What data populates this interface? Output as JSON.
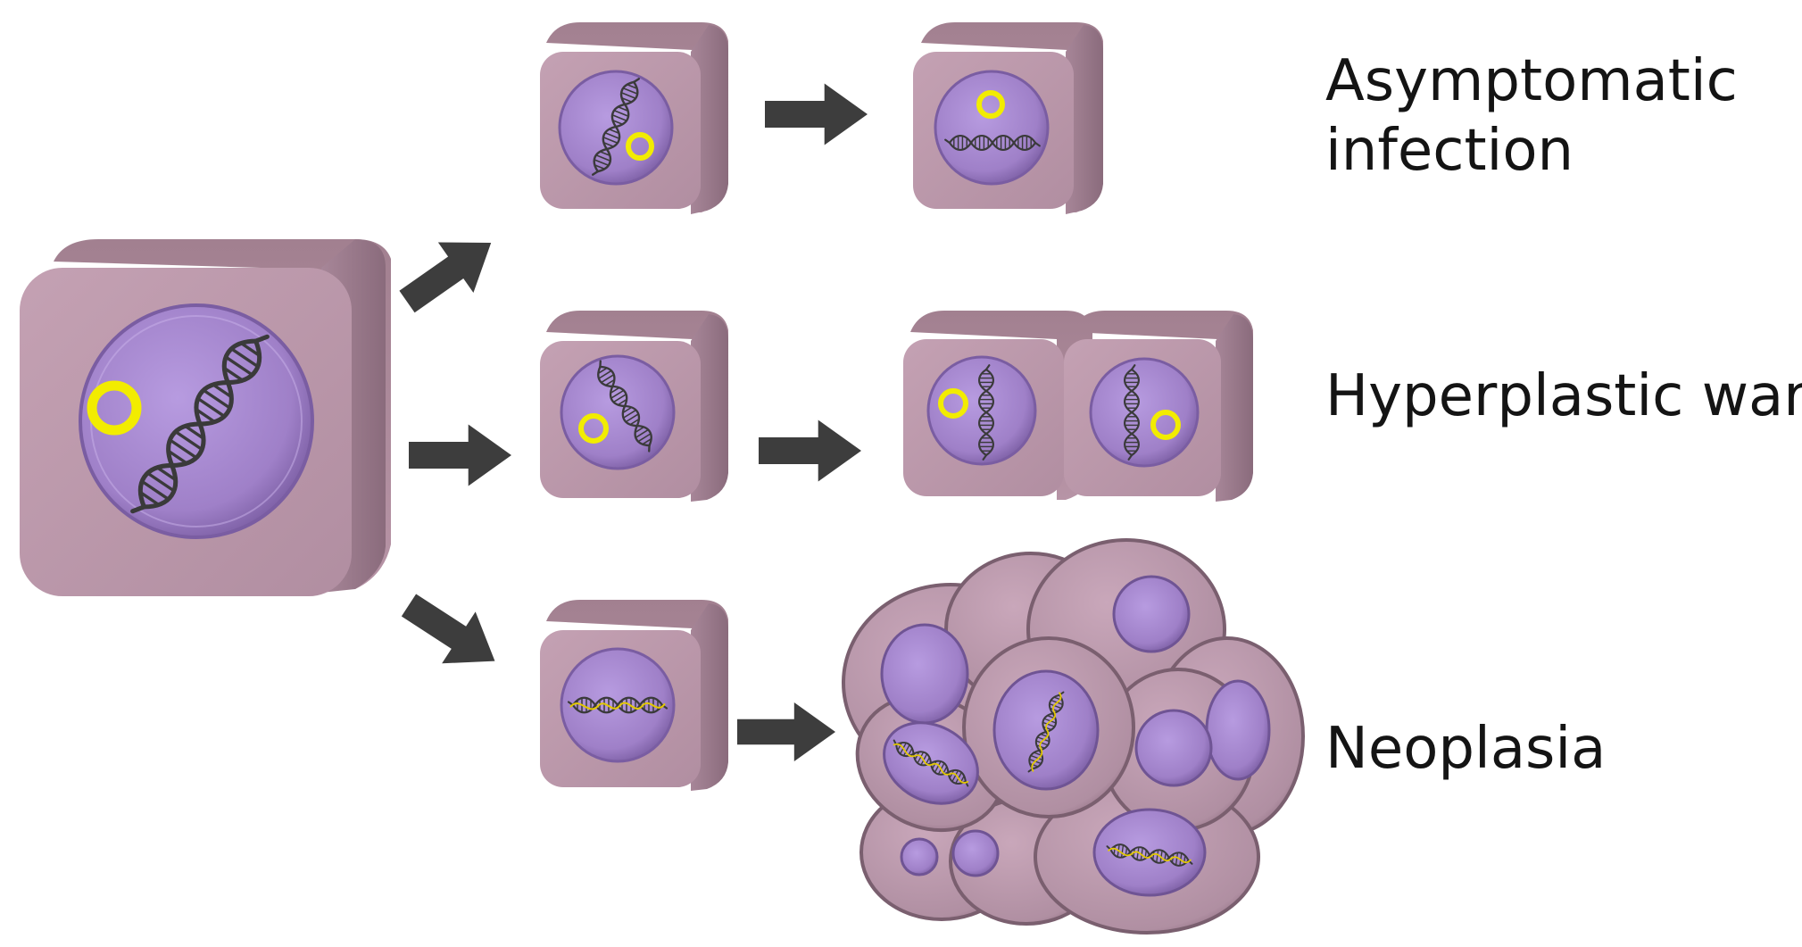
{
  "labels": {
    "asymptomatic_line1": "Asymptomatic",
    "asymptomatic_line2": "infection",
    "hyperplastic": "Hyperplastic wart",
    "neoplasia": "Neoplasia"
  },
  "colors": {
    "cell_face": "#b997a8",
    "cell_top": "#a98898",
    "cell_side": "#957587",
    "nucleus": "#a283ca",
    "nucleus_rim": "#7b5ea4",
    "dna": "#3a3a3a",
    "episome": "#f2ec00",
    "integrated_dna": "#e4c900",
    "arrow": "#3d3d3d",
    "text": "#141414"
  },
  "icons": {
    "episome": "yellow-ring-icon",
    "host_dna": "dna-helix-icon",
    "integrated_dna": "integrated-dna-helix-icon",
    "arrow": "arrow-icon"
  }
}
